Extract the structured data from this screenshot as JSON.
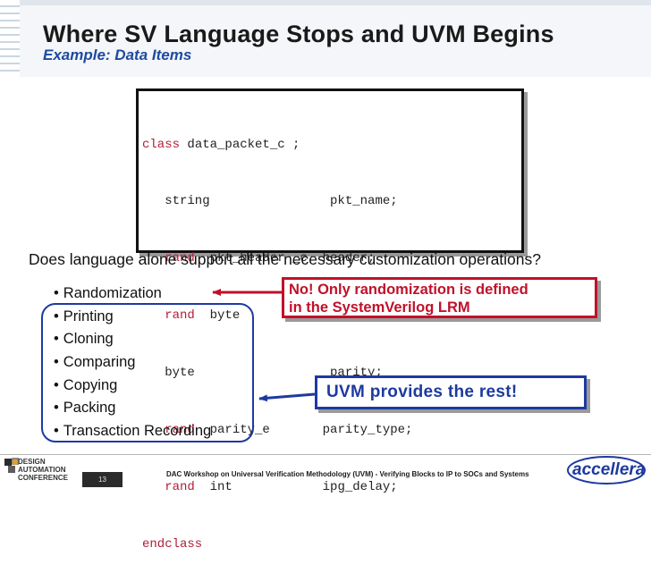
{
  "title": "Where SV Language Stops and UVM Begins",
  "subtitle": "Example: Data Items",
  "code": {
    "lines": [
      {
        "kw": "class",
        "rest": " data_packet_c ;"
      },
      {
        "kw": "",
        "rest": "   string                pkt_name;"
      },
      {
        "kw": "   rand",
        "rest": "  pkt_header _c  header;"
      },
      {
        "kw": "   rand",
        "rest": "  byte           payload [ ];"
      },
      {
        "kw": "",
        "rest": "   byte                  parity;"
      },
      {
        "kw": "   rand",
        "rest": "  parity_e       parity_type;"
      },
      {
        "kw": "   rand",
        "rest": "  int            ipg_delay;"
      },
      {
        "kw": "endclass",
        "rest": ""
      }
    ]
  },
  "question": "Does language alone support all the necessary customization operations?",
  "operations": [
    "Randomization",
    "Printing",
    "Cloning",
    "Comparing",
    "Copying",
    "Packing",
    "Transaction Recording"
  ],
  "callout_red": {
    "line1": "No!  Only randomization is defined",
    "line2": "in the SystemVerilog LRM"
  },
  "callout_blue": "UVM provides the rest!",
  "footer": {
    "dac_logo_lines": "DESIGN\nAUTOMATION\nCONFERENCE",
    "page_number": "13",
    "text": "DAC Workshop on Universal Verification Methodology (UVM) - Verifying Blocks to IP to SOCs and Systems",
    "logo": "accellera"
  },
  "colors": {
    "keyword": "#b11c37",
    "subtitle": "#1e4aa0",
    "red_callout": "#c0112a",
    "blue_callout": "#1e3a9f"
  }
}
